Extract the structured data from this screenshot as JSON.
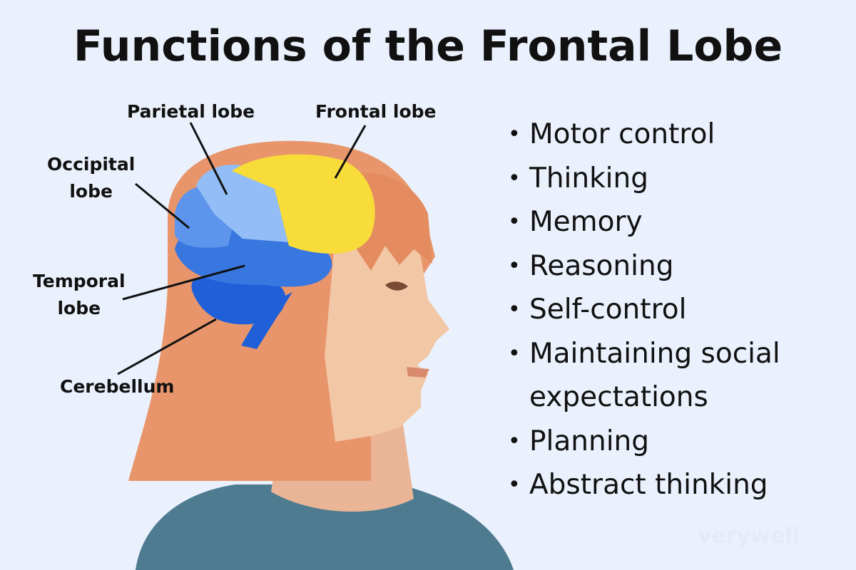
{
  "title": "Functions of the Frontal Lobe",
  "labels": {
    "parietal": "Parietal lobe",
    "frontal": "Frontal lobe",
    "occipital_1": "Occipital",
    "occipital_2": "lobe",
    "temporal_1": "Temporal",
    "temporal_2": "lobe",
    "cerebellum": "Cerebellum"
  },
  "functions": [
    {
      "text": "Motor control"
    },
    {
      "text": "Thinking"
    },
    {
      "text": "Memory"
    },
    {
      "text": "Reasoning"
    },
    {
      "text": "Self-control"
    },
    {
      "text": "Maintaining social expectations"
    },
    {
      "text": "Planning"
    },
    {
      "text": "Abstract thinking"
    }
  ],
  "bullet": "•",
  "watermark": "verywell",
  "colors": {
    "background": "#eaf1fd",
    "hair": "#e8956b",
    "skin": "#f2c7a6",
    "shirt": "#4e7b90",
    "frontal": "#f8dc3a",
    "parietal": "#92bdf6",
    "occipital": "#5d95ec",
    "temporal": "#3876e0",
    "cerebellum": "#1f5fd8"
  }
}
